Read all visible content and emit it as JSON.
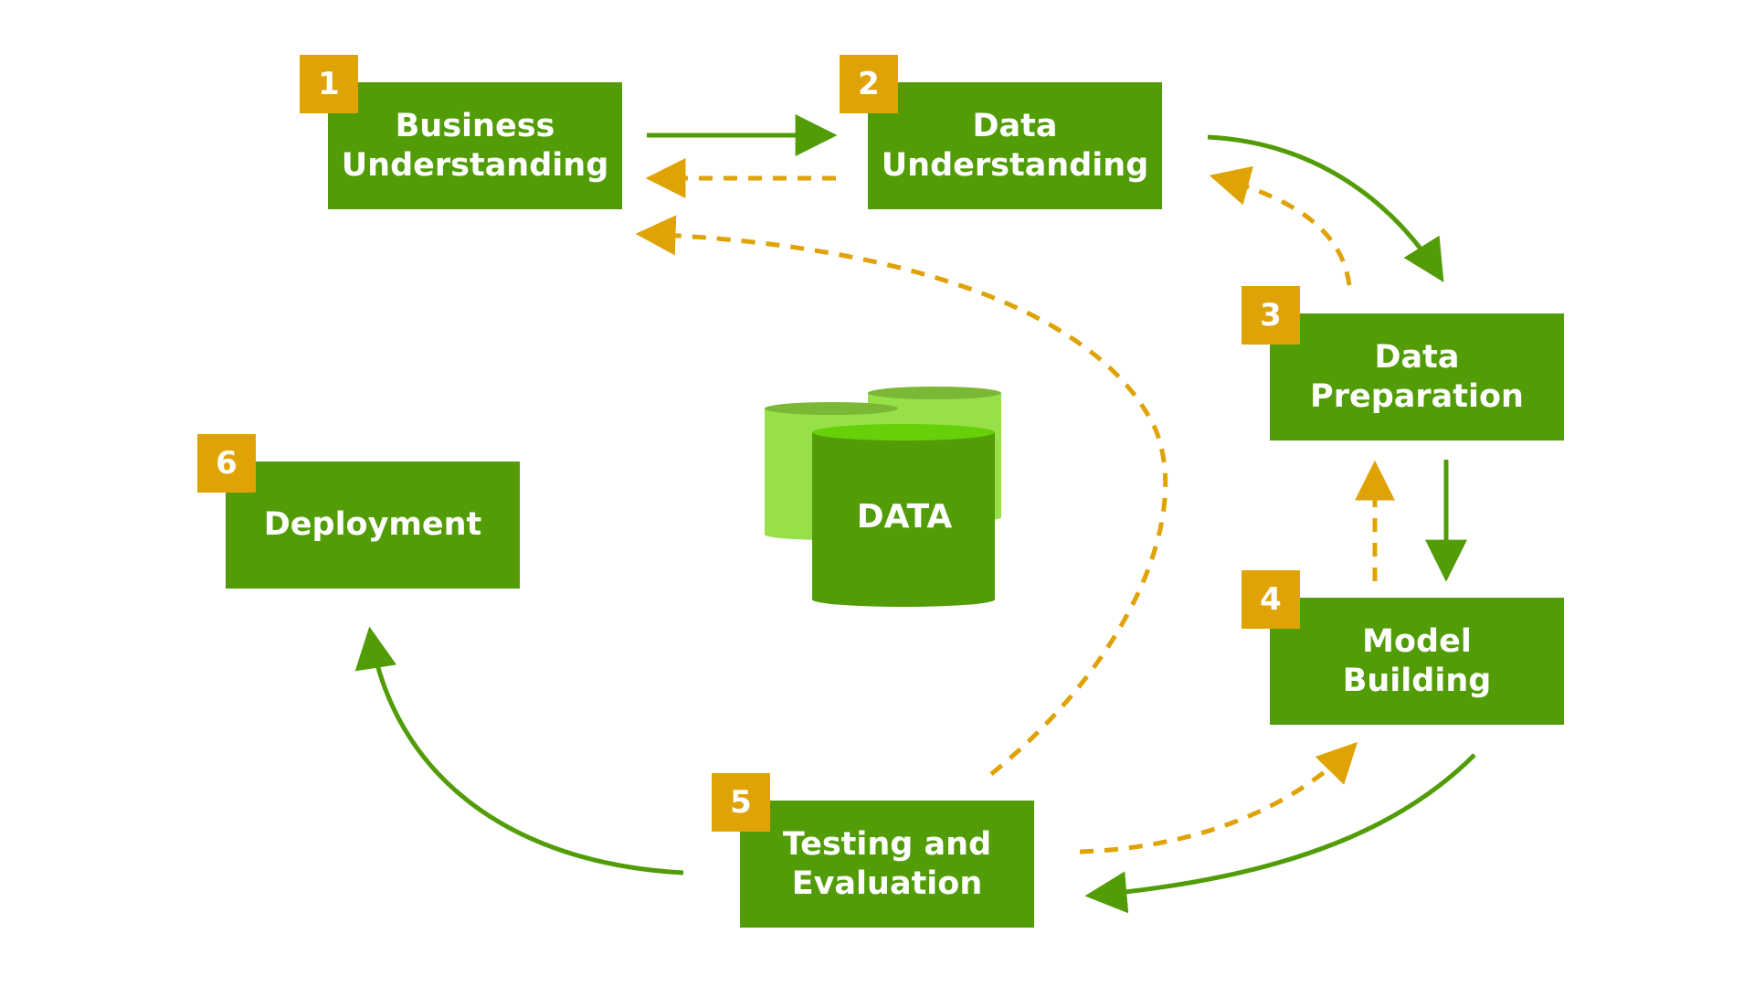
{
  "steps": [
    {
      "number": "1",
      "label": "Business\nUnderstanding"
    },
    {
      "number": "2",
      "label": "Data\nUnderstanding"
    },
    {
      "number": "3",
      "label": "Data\nPreparation"
    },
    {
      "number": "4",
      "label": "Model\nBuilding"
    },
    {
      "number": "5",
      "label": "Testing and\nEvaluation"
    },
    {
      "number": "6",
      "label": "Deployment"
    }
  ],
  "data_store": {
    "label": "DATA"
  },
  "colors": {
    "box_green": "#529c07",
    "badge_gold": "#dfa306",
    "cylinder_light": "#98e04a",
    "cylinder_dark": "#529c07",
    "cylinder_top": "#66d108"
  }
}
